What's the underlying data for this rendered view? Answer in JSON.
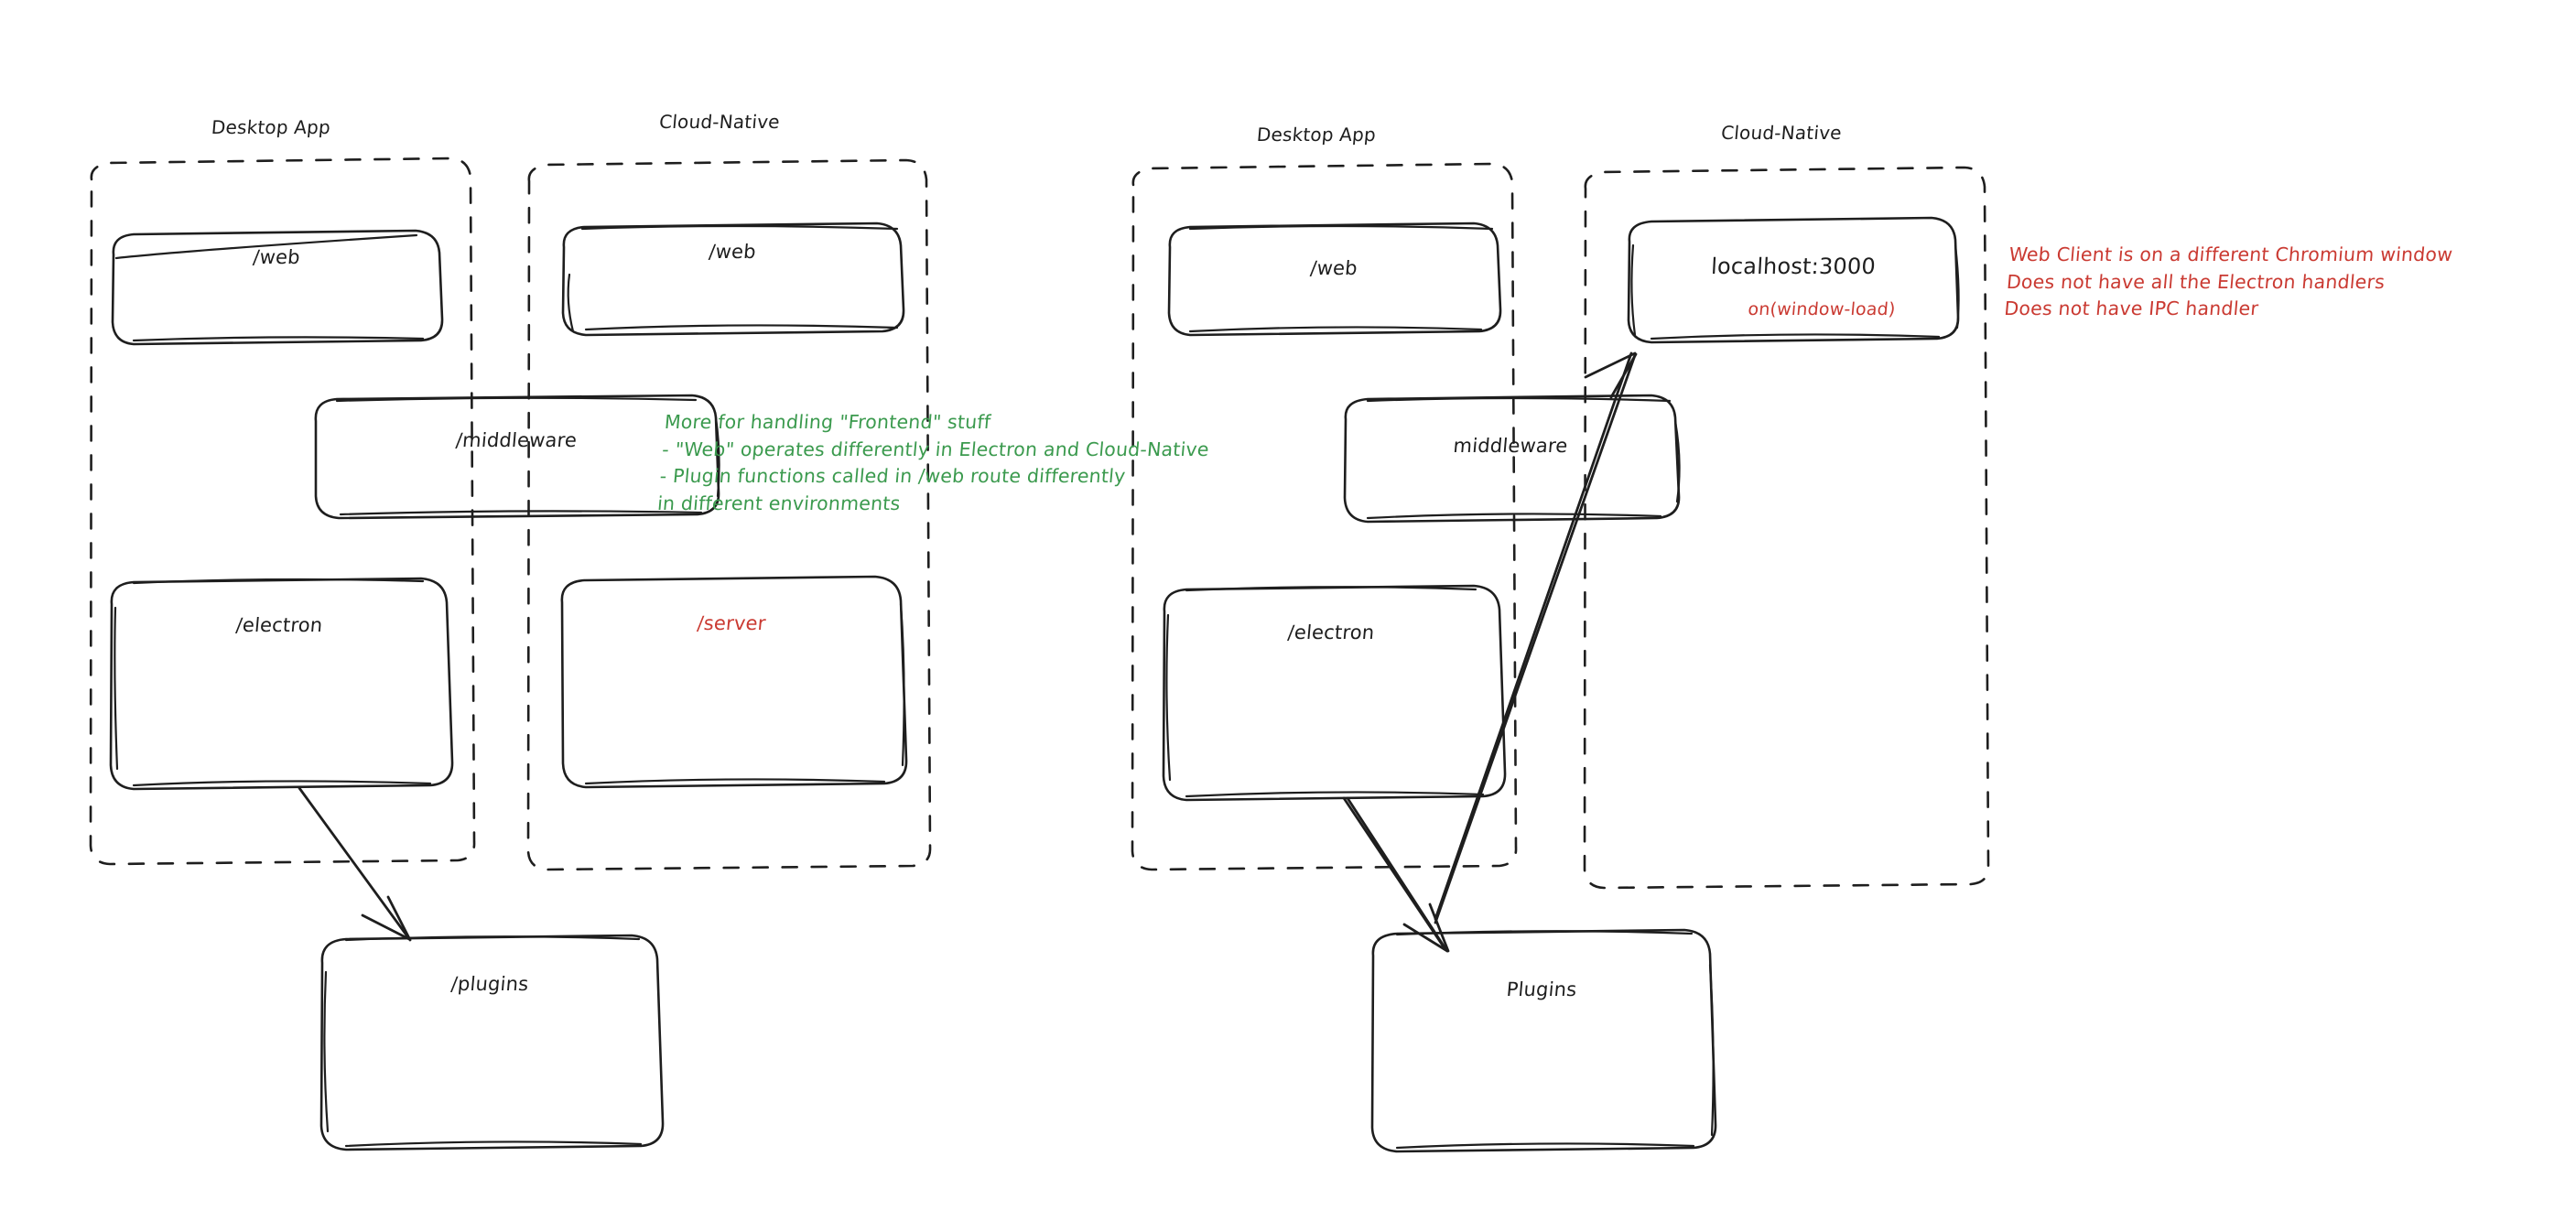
{
  "diagram": {
    "title": "Electron vs Cloud-Native architecture sketch",
    "style": "hand-drawn sketch (excalidraw)",
    "colors": {
      "ink": "#1e1e1e",
      "green": "#3b9a4e",
      "red": "#ca3a32",
      "background": "#ffffff"
    }
  },
  "left_diagram": {
    "groups": [
      {
        "title": "Desktop App"
      },
      {
        "title": "Cloud-Native"
      }
    ],
    "boxes": [
      {
        "label": "/web",
        "color": "ink"
      },
      {
        "label": "/web",
        "color": "ink"
      },
      {
        "label": "/middleware",
        "color": "ink"
      },
      {
        "label": "/electron",
        "color": "ink"
      },
      {
        "label": "/server",
        "color": "red"
      },
      {
        "label": "/plugins",
        "color": "ink"
      }
    ],
    "note_green": "More for handling \"Frontend\" stuff\n- \"Web\" operates differently in Electron and Cloud-Native\n- Plugin functions called in /web route differently\nin different environments"
  },
  "right_diagram": {
    "groups": [
      {
        "title": "Desktop App"
      },
      {
        "title": "Cloud-Native"
      }
    ],
    "boxes": [
      {
        "label": "/web",
        "color": "ink"
      },
      {
        "label": "localhost:3000",
        "color": "ink",
        "sub_label": "on(window-load)",
        "sub_color": "red"
      },
      {
        "label": "middleware",
        "color": "ink"
      },
      {
        "label": "/electron",
        "color": "ink"
      },
      {
        "label": "Plugins",
        "color": "ink"
      }
    ],
    "note_red": "Web Client is on a different Chromium window\nDoes not have all the Electron handlers\nDoes not have IPC handler"
  }
}
